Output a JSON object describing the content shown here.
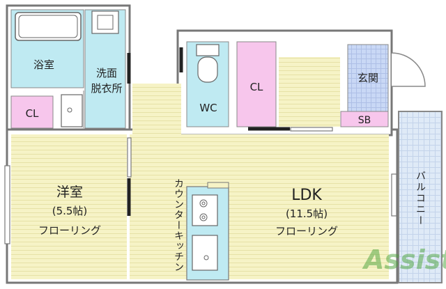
{
  "rooms": {
    "bath": "浴室",
    "washroom_line1": "洗面",
    "washroom_line2": "脱衣所",
    "closet_left": "CL",
    "closet_center": "CL",
    "toilet": "WC",
    "entrance": "玄関",
    "shoe_box": "SB",
    "bedroom_name": "洋室",
    "bedroom_size": "(5.5帖)",
    "bedroom_floor": "フローリング",
    "ldk_name": "LDK",
    "ldk_size": "(11.5帖)",
    "ldk_floor": "フローリング",
    "kitchen": "カウンターキッチン",
    "balcony": "バルコニー"
  },
  "watermark": "Assist",
  "colors": {
    "floor": "#f6f3c6",
    "wet": "#bfeaf2",
    "closet": "#f7c6ec",
    "entrance": "#c9d8f5",
    "balcony": "#dfeaf7",
    "wall": "#777777",
    "watermark": "#4aa33a"
  }
}
